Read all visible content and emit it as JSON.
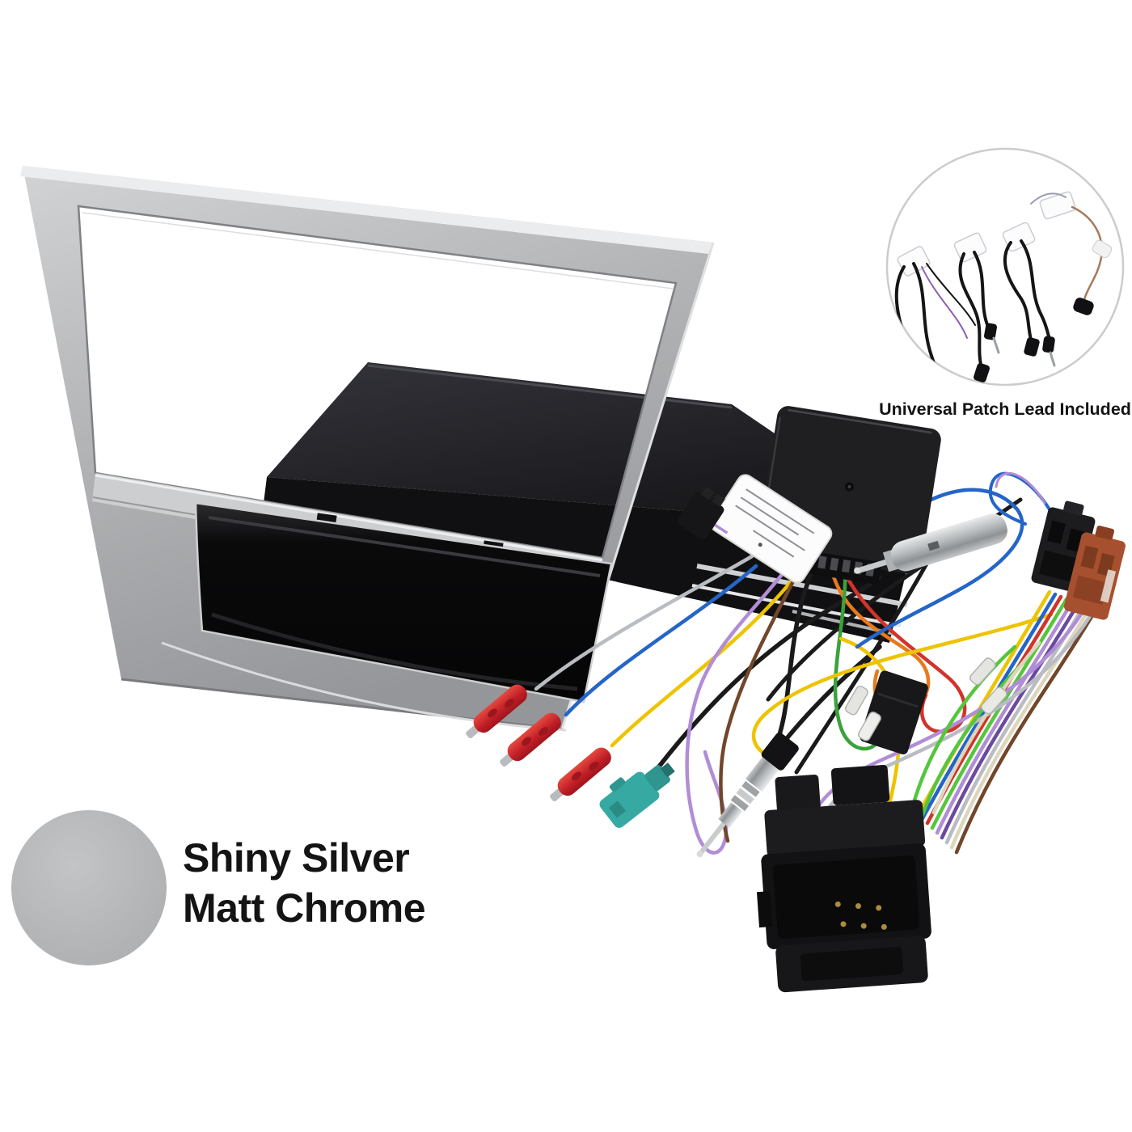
{
  "inset": {
    "caption": "Universal Patch Lead Included"
  },
  "swatch": {
    "line1": "Shiny Silver",
    "line2": "Matt Chrome",
    "color": "#b6b7b9"
  },
  "colors": {
    "background": "#ffffff",
    "text": "#141414",
    "circle_border": "#cccccc",
    "wires": {
      "yellow": "#eec300",
      "blue": "#2565c7",
      "red": "#d1342a",
      "orange": "#e8791d",
      "green": "#3ba23a",
      "bright_green": "#57c53d",
      "purple": "#6b4a9e",
      "lavender": "#b18dd6",
      "gray": "#b9bdc2",
      "cream": "#ddd6bd",
      "brown": "#71462a",
      "light_brown": "#a57a5b",
      "black": "#1a1a1a",
      "white": "#e9e9e7"
    },
    "parts": {
      "fascia_silver": "#b5b6b8",
      "fascia_light": "#e9eaeb",
      "fascia_dark": "#8f9194",
      "sill": "#cdced0",
      "pocket_black": "#070708",
      "cage_dark": "#28282d",
      "box_black": "#1f1f22",
      "quadlock_black": "#121214",
      "iso_black": "#1c1c1f",
      "iso_brown": "#a6502f",
      "bullet_red": "#d0242c",
      "fakra_teal": "#36aaa2",
      "chrome": "#c3c7c9",
      "label_white": "#fcfcfc"
    }
  }
}
